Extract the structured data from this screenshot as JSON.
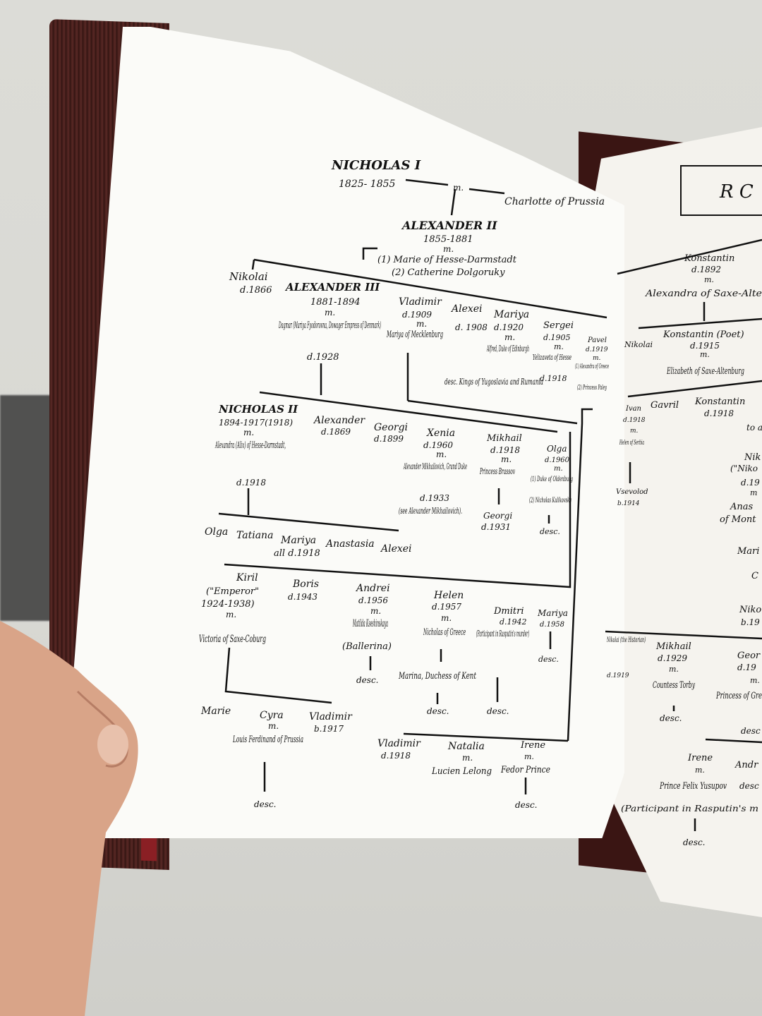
{
  "left_page": {
    "root": {
      "name": "NICHOLAS I",
      "dates": "1825- 1855",
      "m": "m.",
      "spouse": "Charlotte of Prussia"
    },
    "gen1": {
      "name": "ALEXANDER II",
      "dates": "1855-1881",
      "m": "m.",
      "spouse1": "(1) Marie of Hesse-Darmstadt",
      "spouse2": "(2) Catherine Dolgoruky"
    },
    "gen2": [
      {
        "name": "Nikolai",
        "note": "d.1866"
      },
      {
        "name": "ALEXANDER III",
        "dates": "1881-1894",
        "m": "m.",
        "spouse": "Dagmar (Mariya Fyodorovna, Dowager Empress of Denmark)",
        "note": "d.1928"
      },
      {
        "name": "Vladimir",
        "note": "d.1909",
        "m": "m.",
        "spouse": "Mariya of Mecklenburg"
      },
      {
        "name": "Alexei",
        "note": "d. 1908"
      },
      {
        "name": "Mariya",
        "note": "d.1920",
        "m": "m.",
        "spouse": "Alfred, Duke of Edinburgh",
        "desc": "desc. Kings of Yugoslavia and Rumania"
      },
      {
        "name": "Sergei",
        "note": "d.1905",
        "m": "m.",
        "spouse": "Yelizaveta of Hesse",
        "note2": "d.1918"
      },
      {
        "name": "Pavel",
        "note": "d.1919",
        "m": "m.",
        "spouse1": "(1) Alexandra of Greece",
        "spouse2": "(2) Princess Paley"
      }
    ],
    "gen3a": [
      {
        "name": "NICHOLAS II",
        "dates": "1894-1917(1918)",
        "m": "m.",
        "spouse": "Alexandra (Alix) of Hesse-Darmstadt,",
        "note": "d.1918"
      },
      {
        "name": "Alexander",
        "note": "d.1869"
      },
      {
        "name": "Georgi",
        "note": "d.1899"
      },
      {
        "name": "Xenia",
        "note": "d.1960",
        "m": "m.",
        "spouse": "Alexander Mikhailovich, Grand Duke",
        "note2": "d.1933",
        "see": "(see Alexander Mikhailovich)."
      },
      {
        "name": "Mikhail",
        "note": "d.1918",
        "m": "m.",
        "spouse": "Princess Brassov",
        "child": "Georgi",
        "child_note": "d.1931"
      },
      {
        "name": "Olga",
        "note": "d.1960",
        "m": "m.",
        "spouse1": "(1) Duke of Oldenburg",
        "spouse2": "(2) Nicholas Kulikovsky",
        "desc": "desc."
      }
    ],
    "gen4a": {
      "children": [
        "Olga",
        "Tatiana",
        "Mariya",
        "Anastasia",
        "Alexei"
      ],
      "note": "all d.1918"
    },
    "gen3b": [
      {
        "name": "Kiril",
        "title": "(\"Emperor\"",
        "dates": "1924-1938)",
        "m": "m.",
        "spouse": "Victoria of Saxe-Coburg"
      },
      {
        "name": "Boris",
        "note": "d.1943"
      },
      {
        "name": "Andrei",
        "note": "d.1956",
        "m": "m.",
        "spouse": "Matilda Kseshinskaya",
        "role": "(Ballerina)",
        "desc": "desc."
      },
      {
        "name": "Helen",
        "note": "d.1957",
        "m": "m.",
        "spouse": "Nicholas of Greece",
        "child": "Marina, Duchess of Kent",
        "desc": "desc."
      },
      {
        "name": "Dmitri",
        "note": "d.1942",
        "role": "(Participant in Rasputin's murder)",
        "desc": "desc."
      },
      {
        "name": "Mariya",
        "note": "d.1958",
        "desc": "desc."
      }
    ],
    "gen4b": [
      {
        "name": "Marie"
      },
      {
        "name": "Cyra",
        "m": "m.",
        "spouse": "Louis Ferdinand of Prussia",
        "desc": "desc."
      },
      {
        "name": "Vladimir",
        "note": "b.1917"
      }
    ],
    "gen4c": [
      {
        "name": "Vladimir",
        "note": "d.1918"
      },
      {
        "name": "Natalia",
        "m": "m.",
        "spouse": "Lucien Lelong"
      },
      {
        "name": "Irene",
        "m": "m.",
        "spouse": "Fedor Prince",
        "desc": "desc."
      }
    ]
  },
  "right_page": {
    "header_letter": "R C",
    "top": {
      "name": "Konstantin",
      "note": "d.1892",
      "m": "m.",
      "spouse": "Alexandra of Saxe-Alte"
    },
    "gen2": [
      {
        "name": "Nikolai"
      },
      {
        "name": "Konstantin (Poet)",
        "note": "d.1915",
        "m": "m.",
        "spouse": "Elizabeth of Saxe-Altenburg"
      }
    ],
    "gen3": [
      {
        "name": "Ivan",
        "note": "d.1918",
        "m": "m.",
        "spouse": "Helen of Serbia",
        "child": "Vsevolod",
        "child_note": "b.1914"
      },
      {
        "name": "Gavril"
      },
      {
        "name": "Konstantin",
        "note": "d.1918"
      },
      {
        "name": "to a"
      }
    ],
    "gen_mid": [
      {
        "text": "Nik"
      },
      {
        "text": "(\"Niko"
      },
      {
        "text": "d.19"
      },
      {
        "text": "m"
      },
      {
        "text": "Anas"
      },
      {
        "text": "of Mont"
      },
      {
        "text": "Mari"
      },
      {
        "text": "C"
      },
      {
        "text": "Niko"
      },
      {
        "text": "b.19"
      }
    ],
    "gen_low": [
      {
        "name": "Nikolai (the Historian)",
        "note": "d.1919"
      },
      {
        "name": "Mikhail",
        "note": "d.1929",
        "m": "m.",
        "spouse": "Countess Torby",
        "desc": "desc."
      },
      {
        "name": "Geor",
        "note": "d.19",
        "m": "m.",
        "spouse": "Princess of Gre",
        "desc": "desc"
      }
    ],
    "gen_bottom": {
      "name": "Irene",
      "m": "m.",
      "spouse": "Prince Felix Yusupov",
      "role": "(Participant in Rasputin's m",
      "desc": "desc.",
      "side": "Andr",
      "side_desc": "desc"
    }
  }
}
